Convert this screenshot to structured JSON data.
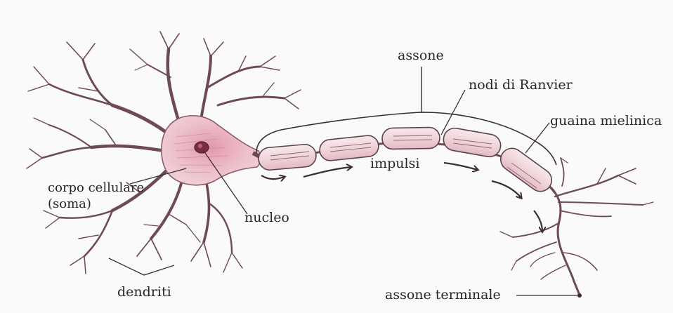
{
  "labels": {
    "assone": "assone",
    "nodi_ranvier": "nodi di Ranvier",
    "guaina_mielinica": "guaina mielinica",
    "impulsi": "impulsi",
    "corpo_cellulare_line1": "corpo cellulare",
    "corpo_cellulare_line2": "(soma)",
    "nucleo": "nucleo",
    "dendriti": "dendriti",
    "assone_terminale": "assone terminale"
  },
  "colors": {
    "ink": "#3b2e30",
    "soma_fill": "#e9b8c3",
    "soma_dark": "#c98092",
    "myelin_fill": "#f3dde2",
    "myelin_stroke": "#5a4448",
    "nucleus": "#7a2d42",
    "background": "#fbfafa"
  }
}
